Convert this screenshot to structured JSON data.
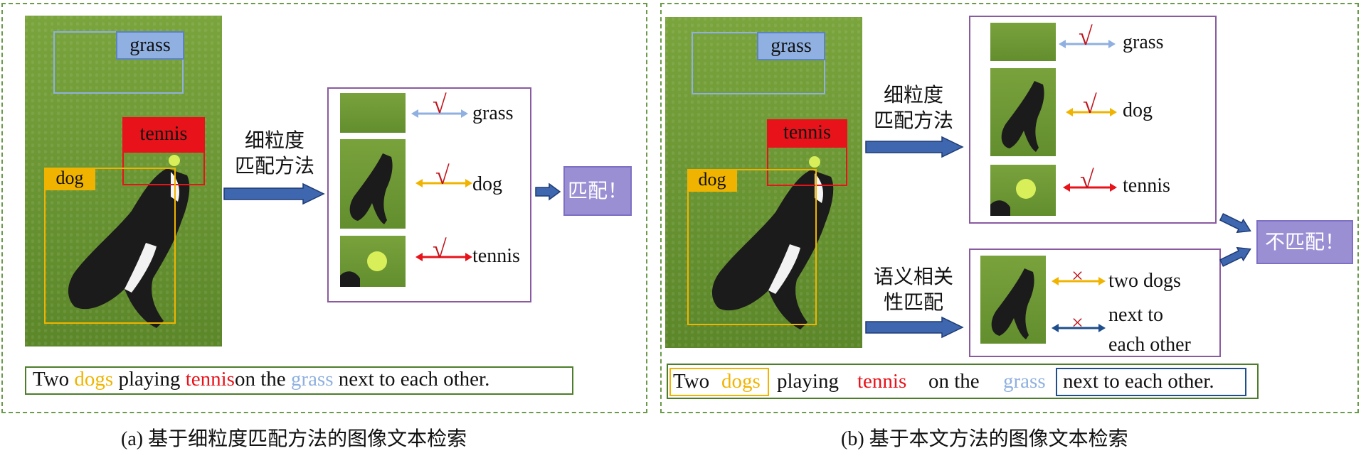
{
  "colors": {
    "grass": "#8fb0e0",
    "dogs": "#f0b400",
    "tennis": "#e8121a",
    "phrase": "#1f4e8c",
    "caption_box": "#4b7d2a",
    "panel_border": "#6a9a4a",
    "frame_border": "#8a5aa0",
    "result_fill": "#9b8fd4",
    "arrow_fill": "#3f67b0"
  },
  "panel_a": {
    "tags": {
      "grass": "grass",
      "tennis": "tennis",
      "dog": "dog"
    },
    "method_label_line1": "细粒度",
    "method_label_line2": "匹配方法",
    "match_words": [
      "grass",
      "dog",
      "tennis"
    ],
    "result": "匹配！",
    "caption": [
      "Two ",
      "dogs",
      " playing ",
      "tennis",
      "on the ",
      "grass",
      " next to each other."
    ],
    "subcaption_prefix": "(a) ",
    "subcaption_text": "基于细粒度匹配方法的图像文本检索"
  },
  "panel_b": {
    "tags": {
      "grass": "grass",
      "tennis": "tennis",
      "dog": "dog"
    },
    "method_label_line1": "细粒度",
    "method_label_line2": "匹配方法",
    "semantic_label_line1": "语义相关",
    "semantic_label_line2": "性匹配",
    "match_words": [
      "grass",
      "dog",
      "tennis"
    ],
    "mismatch_words": [
      "two dogs",
      "next to",
      "each other"
    ],
    "result": "不匹配！",
    "caption": [
      "Two ",
      "dogs",
      "playing ",
      "tennis",
      "on the",
      "grass",
      "next to each other."
    ],
    "subcaption_prefix": "(b) ",
    "subcaption_text": "基于本文方法的图像文本检索"
  },
  "icons": {
    "check": "√",
    "cross": "×"
  }
}
